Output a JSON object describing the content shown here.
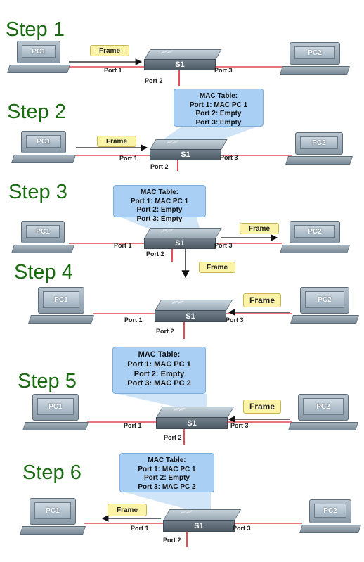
{
  "colors": {
    "step_text": "#1a6b12",
    "link_line": "#d9232e",
    "frame_fill": "#fbf3a8",
    "mac_fill": "#a9cff4",
    "mac_beam": "#c8e0f7"
  },
  "labels": {
    "pc1": "PC1",
    "pc2": "PC2",
    "switch": "S1",
    "port1": "Port 1",
    "port2": "Port 2",
    "port3": "Port 3",
    "frame": "Frame",
    "mac_title": "MAC Table:"
  },
  "steps": [
    {
      "title": "Step 1"
    },
    {
      "title": "Step 2",
      "mac": [
        "Port 1: MAC PC 1",
        "Port 2: Empty",
        "Port 3: Empty"
      ]
    },
    {
      "title": "Step 3",
      "mac": [
        "Port 1: MAC PC 1",
        "Port 2: Empty",
        "Port 3: Empty"
      ]
    },
    {
      "title": "Step 4"
    },
    {
      "title": "Step 5",
      "mac": [
        "Port 1: MAC PC 1",
        "Port 2: Empty",
        "Port 3: MAC PC 2"
      ]
    },
    {
      "title": "Step 6",
      "mac": [
        "Port 1: MAC PC 1",
        "Port 2: Empty",
        "Port 3: MAC PC 2"
      ]
    }
  ]
}
